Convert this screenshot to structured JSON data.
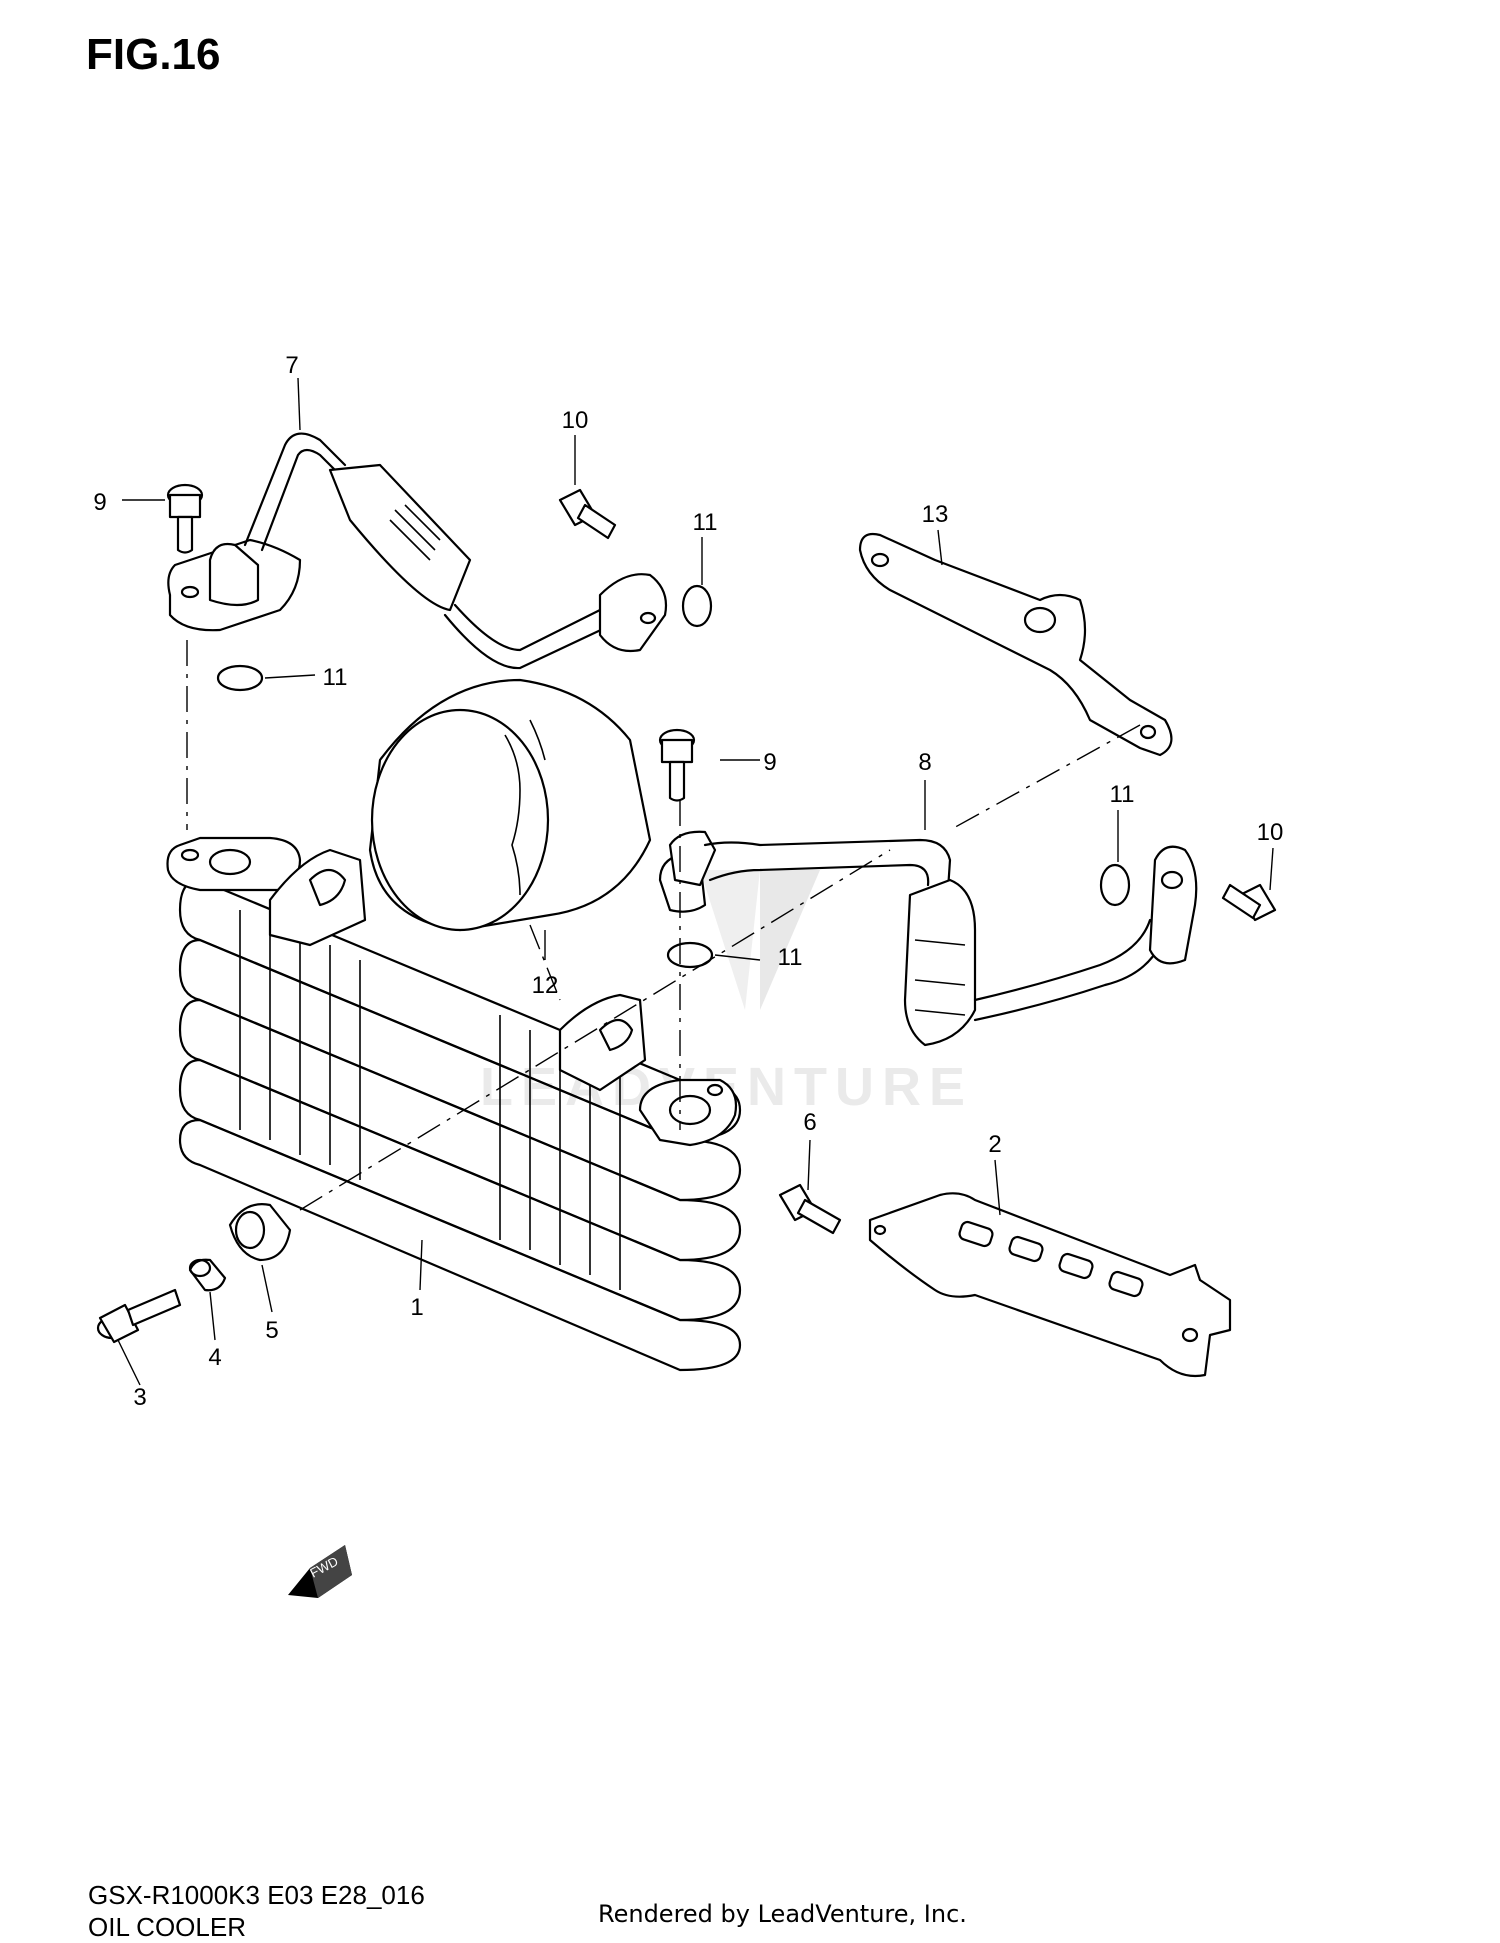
{
  "figure_title": "FIG.16",
  "callouts": [
    "1",
    "2",
    "3",
    "4",
    "5",
    "6",
    "7",
    "8",
    "9",
    "9",
    "10",
    "10",
    "11",
    "11",
    "11",
    "11",
    "12",
    "13"
  ],
  "fwd_label": "FWD",
  "watermark": "LEADVENTURE",
  "footer": {
    "model_code": "GSX-R1000K3 E03 E28_016",
    "section_name": "OIL COOLER",
    "credit": "Rendered by LeadVenture, Inc."
  }
}
